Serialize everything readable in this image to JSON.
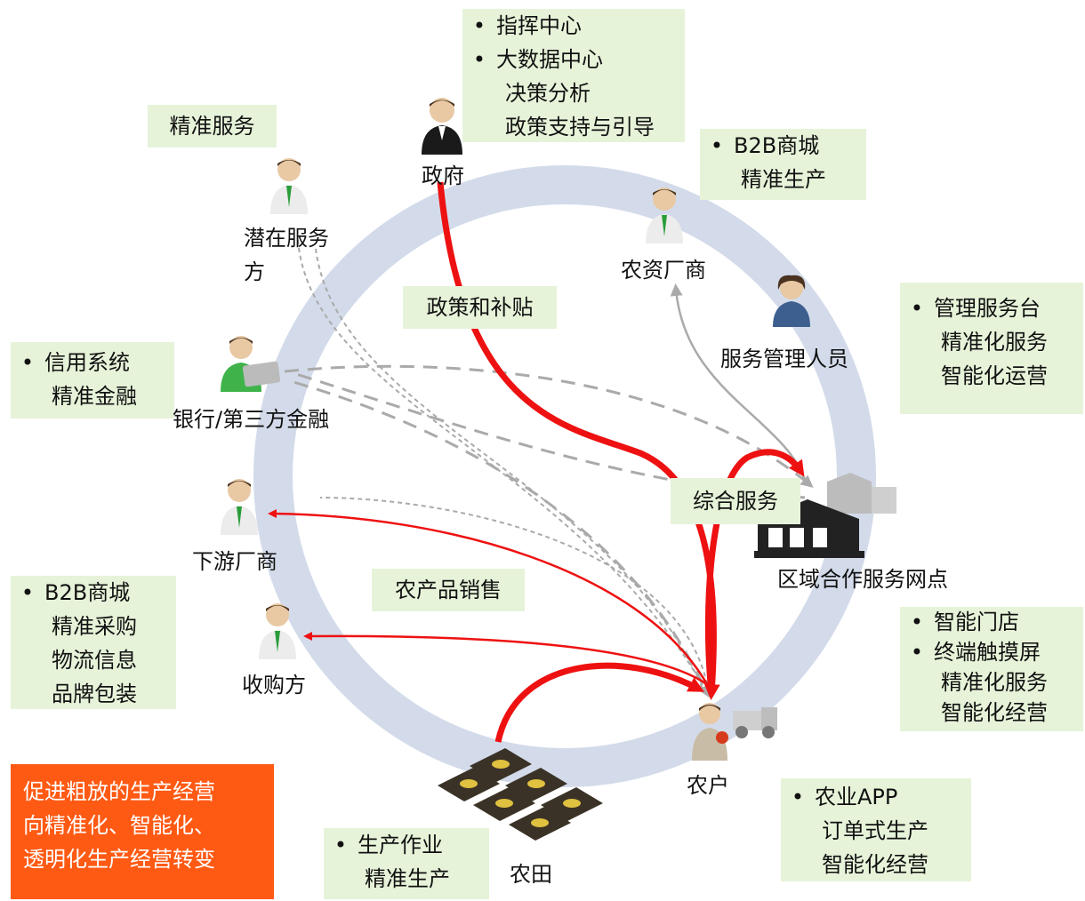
{
  "boxes": {
    "gov": [
      "指挥中心",
      "大数据中心",
      "决策分析",
      "政策支持与引导"
    ],
    "precise_service": "精准服务",
    "agri_supplier": [
      "B2B商城",
      "精准生产"
    ],
    "credit": [
      "信用系统",
      "精准金融"
    ],
    "mgmt": [
      "管理服务台",
      "精准化服务",
      "智能化运营"
    ],
    "policy_subsidy": "政策和补贴",
    "comprehensive_service": "综合服务",
    "agri_sales": "农产品销售",
    "b2b_purchase": [
      "B2B商城",
      "精准采购",
      "物流信息",
      "品牌包装"
    ],
    "store": [
      "智能门店",
      "终端触摸屏",
      "精准化服务",
      "智能化经营"
    ],
    "app": [
      "农业APP",
      "订单式生产",
      "智能化经营"
    ],
    "field_work": [
      "生产作业",
      "精准生产"
    ]
  },
  "nodes": {
    "government": "政府",
    "potential_provider": [
      "潜在服务",
      "方"
    ],
    "agri_supplier": "农资厂商",
    "service_manager": "服务管理人员",
    "bank": "银行/第三方金融",
    "downstream": "下游厂商",
    "buyer": "收购方",
    "service_point": "区域合作服务网点",
    "farmer": "农户",
    "field": "农田"
  },
  "callout": [
    "促进粗放的生产经营",
    "向精准化、智能化、",
    "透明化生产经营转变"
  ],
  "colors": {
    "ring": "#d3dbea",
    "box": "#e6f3d9",
    "callout": "#ff5a14",
    "arrow": "#ee1111",
    "dashed": "#aaaaaa"
  }
}
